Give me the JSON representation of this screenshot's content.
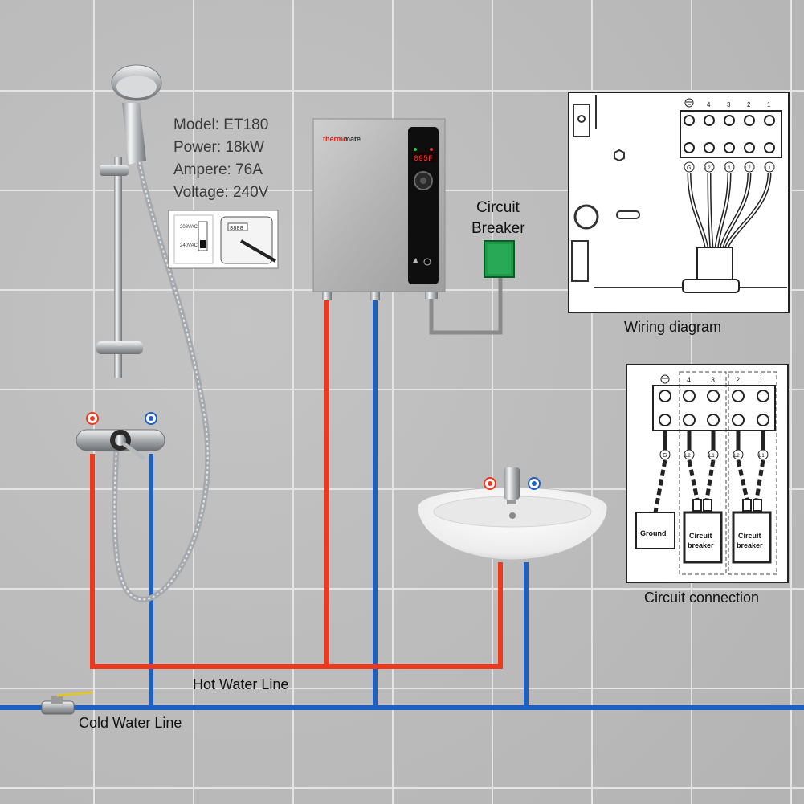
{
  "specs": {
    "model": "Model: ET180",
    "power": "Power: 18kW",
    "ampere": "Ampere: 76A",
    "voltage": "Voltage: 240V"
  },
  "voltage_switch": {
    "option_208": "208VAC",
    "option_240": "240VAC",
    "display": "8888"
  },
  "heater": {
    "brand_prefix": "thermo",
    "brand_suffix": "mate",
    "display": "095F"
  },
  "labels": {
    "circuit_breaker_line1": "Circuit",
    "circuit_breaker_line2": "Breaker",
    "wiring_diagram": "Wiring diagram",
    "circuit_connection": "Circuit connection",
    "hot_water_line": "Hot Water Line",
    "cold_water_line": "Cold Water Line"
  },
  "wiring": {
    "terminal_numbers": [
      "4",
      "3",
      "2",
      "1"
    ],
    "wire_labels": [
      "G",
      "L2",
      "L1",
      "L2",
      "L1"
    ]
  },
  "circuit": {
    "terminal_numbers": [
      "4",
      "3",
      "2",
      "1"
    ],
    "wire_labels": [
      "G",
      "L2",
      "L1",
      "L2",
      "L1"
    ],
    "ground_label": "Ground",
    "breaker_line1": "Circuit",
    "breaker_line2": "breaker"
  },
  "colors": {
    "hot": "#f0391c",
    "cold": "#1f5fbf",
    "breaker_green": "#1f9a4a",
    "conduit": "#8a8a8a"
  }
}
